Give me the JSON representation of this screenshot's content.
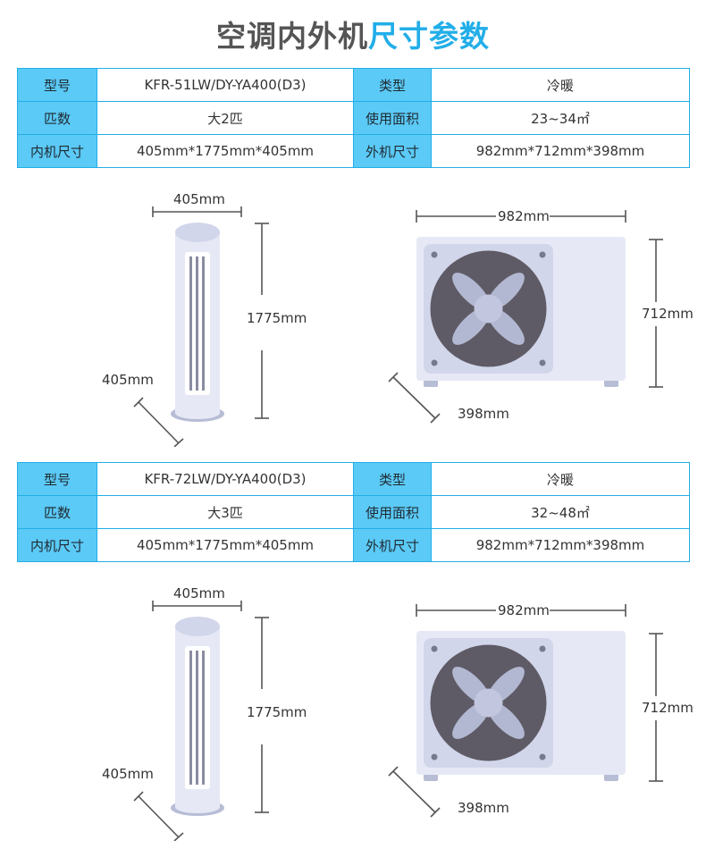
{
  "header": {
    "title_part1": "空调内外机",
    "title_part2": "尺寸参数"
  },
  "labels": {
    "model": "型号",
    "type": "类型",
    "power": "匹数",
    "area": "使用面积",
    "indoor_size": "内机尺寸",
    "outdoor_size": "外机尺寸"
  },
  "models": [
    {
      "model": "KFR-51LW/DY-YA400(D3)",
      "type": "冷暖",
      "power": "大2匹",
      "area": "23~34㎡",
      "indoor_size": "405mm*1775mm*405mm",
      "outdoor_size": "982mm*712mm*398mm",
      "dims": {
        "indoor_width": "405mm",
        "indoor_height": "1775mm",
        "indoor_depth": "405mm",
        "outdoor_width": "982mm",
        "outdoor_height": "712mm",
        "outdoor_depth": "398mm"
      }
    },
    {
      "model": "KFR-72LW/DY-YA400(D3)",
      "type": "冷暖",
      "power": "大3匹",
      "area": "32~48㎡",
      "indoor_size": "405mm*1775mm*405mm",
      "outdoor_size": "982mm*712mm*398mm",
      "dims": {
        "indoor_width": "405mm",
        "indoor_height": "1775mm",
        "indoor_depth": "405mm",
        "outdoor_width": "982mm",
        "outdoor_height": "712mm",
        "outdoor_depth": "398mm"
      }
    }
  ],
  "colors": {
    "accent": "#22aee8",
    "label_fill": "#5bcaf6",
    "unit_body": "#e6e9f5",
    "fan_dark": "#5e5b66",
    "fan_blade": "#b3b8d2"
  },
  "icons": {
    "indoor": "tower-air-conditioner-icon",
    "outdoor": "outdoor-condenser-unit-icon"
  }
}
